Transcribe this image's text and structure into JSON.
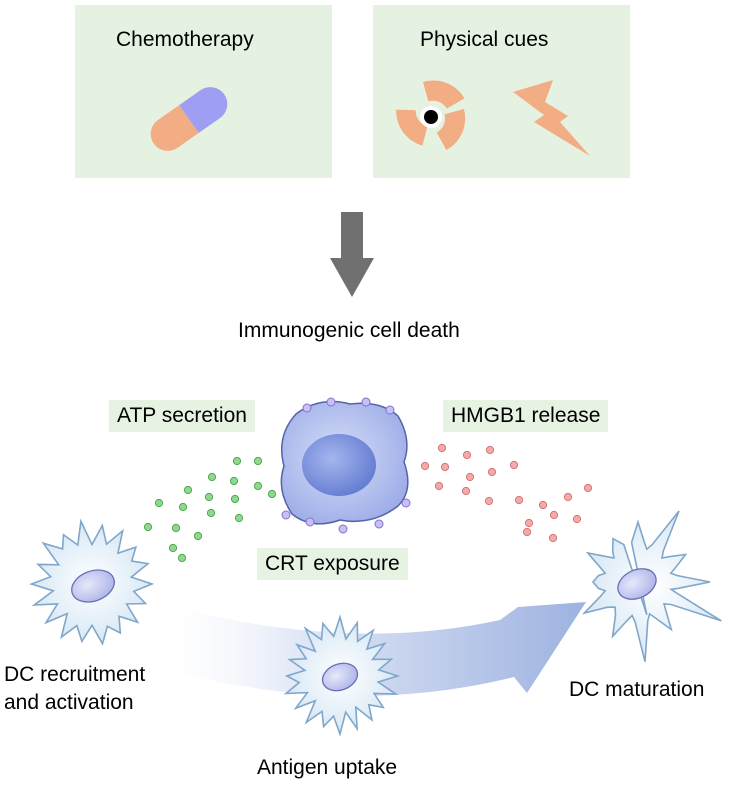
{
  "panels": {
    "chemotherapy": "Chemotherapy",
    "physical_cues": "Physical cues"
  },
  "center": "Immunogenic cell death",
  "signals": {
    "atp": "ATP secretion",
    "hmgb1": "HMGB1 release",
    "crt": "CRT exposure"
  },
  "stages": {
    "recruitment": [
      "DC recruitment",
      "and activation"
    ],
    "uptake": "Antigen uptake",
    "maturation": "DC maturation"
  },
  "colors": {
    "panel_bg": "#e5f2e1",
    "chip_bg": "#e6f3e2",
    "pill_orange": "#f3ad84",
    "pill_purple": "#9e9ef2",
    "hazard_orange": "#f3ad84",
    "bolt_orange": "#f3ad84",
    "arrow_gray": "#707070",
    "dying_cell": "#a9b6ea",
    "dying_nucleus": "#6e86d4",
    "crt_dot": "#b6aef0",
    "atp_dot": "#7fd07f",
    "hmgb1_dot": "#f29b9b",
    "dc_fill": "#dcecf7",
    "dc_outline": "#8fb4d4",
    "dc_nucleus": "#c5c9ef",
    "flow_arrow": "#a8bbe2"
  },
  "icons": [
    "capsule-icon",
    "radiation-icon",
    "lightning-bolt-icon",
    "down-arrow-icon"
  ]
}
